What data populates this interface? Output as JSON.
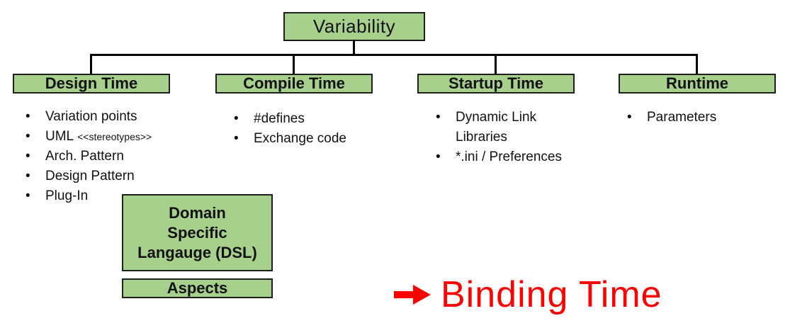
{
  "colors": {
    "box_fill": "#A8D08D",
    "box_border": "#1F1F1F",
    "connector_line": "#000000",
    "text": "#111111",
    "annotation_red": "#FF0000"
  },
  "root_box": {
    "label": "Variability"
  },
  "branches": [
    {
      "label": "Design Time",
      "items": [
        {
          "text": "Variation points"
        },
        {
          "text": "UML",
          "small": "<<stereotypes>>"
        },
        {
          "text": "Arch. Pattern"
        },
        {
          "text": "Design Pattern"
        },
        {
          "text": "Plug-In"
        }
      ]
    },
    {
      "label": "Compile Time",
      "items": [
        {
          "text": "#defines"
        },
        {
          "text": "Exchange code"
        }
      ]
    },
    {
      "label": "Startup Time",
      "items": [
        {
          "text": "Dynamic Link Libraries"
        },
        {
          "text": "*.ini / Preferences"
        }
      ]
    },
    {
      "label": "Runtime",
      "items": [
        {
          "text": "Parameters"
        }
      ]
    }
  ],
  "design_time_extras": {
    "dsl_box": "Domain\nSpecific\nLangauge (DSL)",
    "aspects_box": "Aspects"
  },
  "annotation": {
    "icon": "arrow-right",
    "label": "Binding Time"
  }
}
